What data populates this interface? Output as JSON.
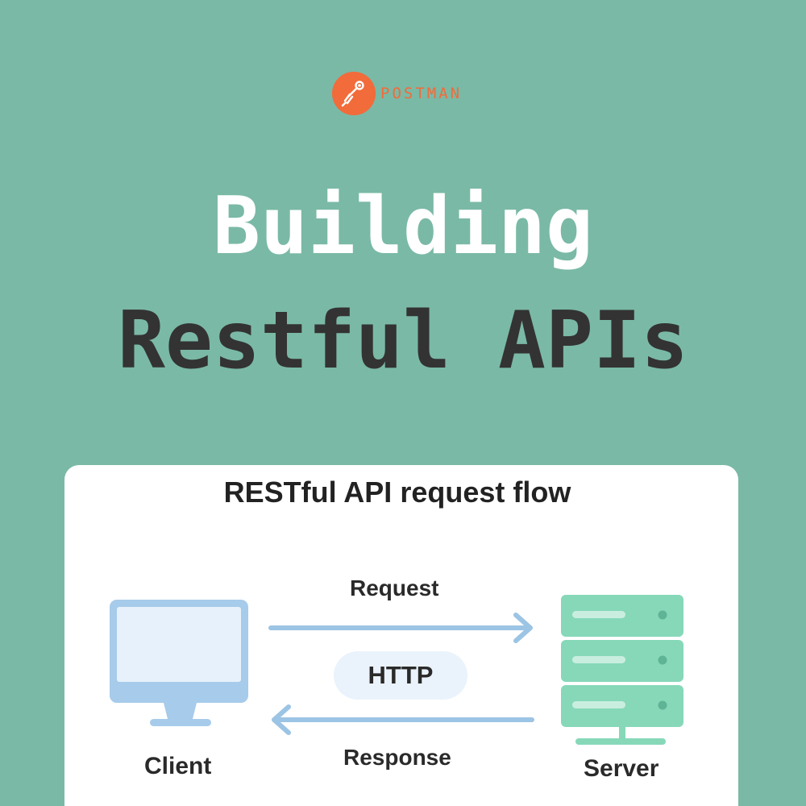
{
  "brand": {
    "name": "POSTMAN",
    "color": "#f26b3a",
    "logo_icon": "postman-rocket-icon"
  },
  "headline": {
    "line1": "Building",
    "line2": "Restful APIs"
  },
  "diagram": {
    "title": "RESTful API request flow",
    "nodes": {
      "client": {
        "label": "Client",
        "icon": "monitor-icon",
        "color": "#a7cbea"
      },
      "server": {
        "label": "Server",
        "icon": "server-icon",
        "color": "#86d8b9"
      }
    },
    "edges": {
      "request": {
        "label": "Request",
        "direction": "client-to-server"
      },
      "response": {
        "label": "Response",
        "direction": "server-to-client"
      }
    },
    "protocol": "HTTP",
    "arrow_color": "#9cc4e4"
  },
  "colors": {
    "background": "#7ab9a6",
    "card": "#ffffff",
    "headline_light": "#ffffff",
    "headline_dark": "#333333"
  }
}
